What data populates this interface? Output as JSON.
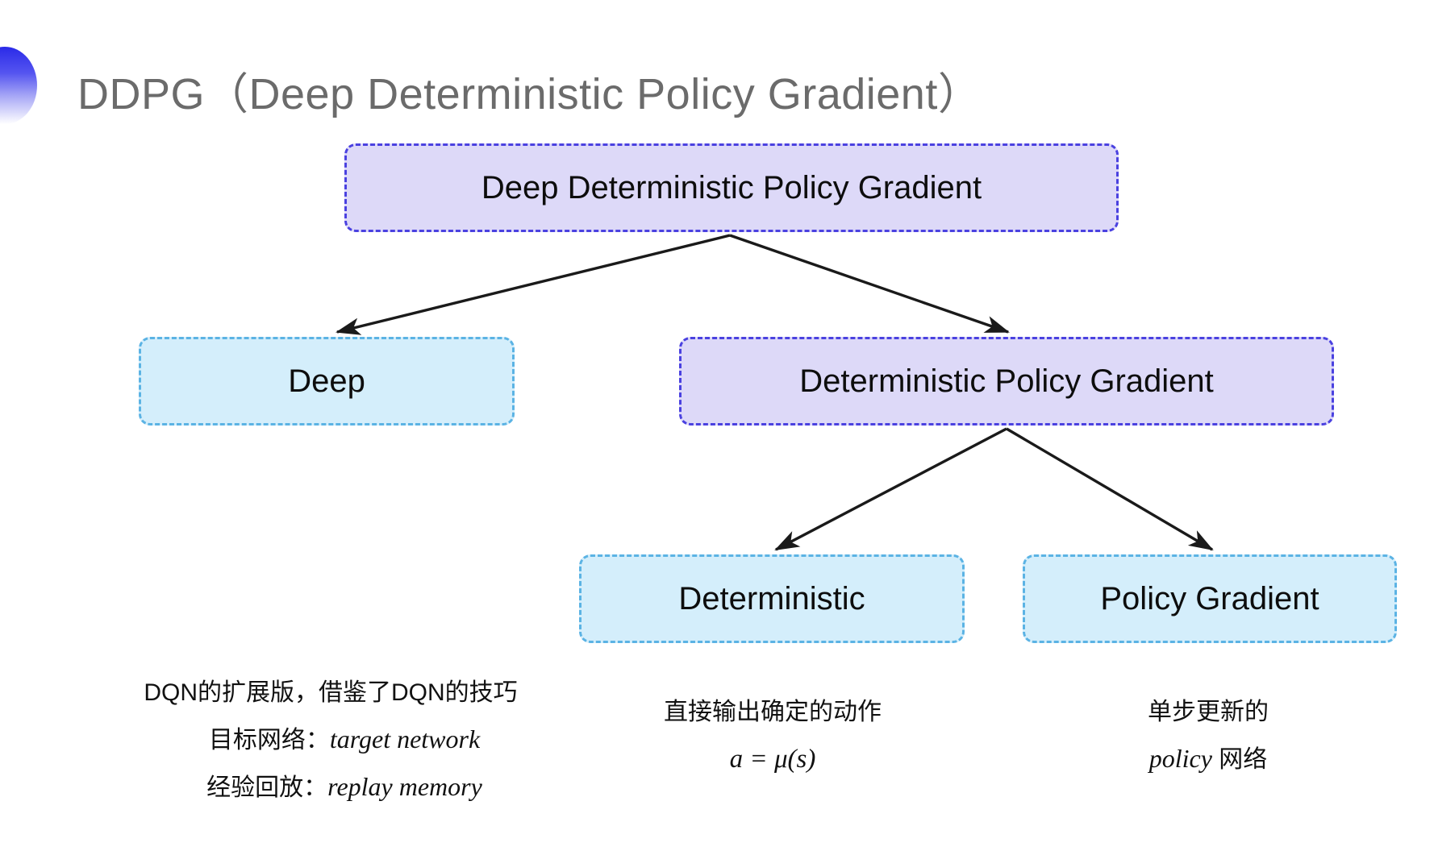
{
  "slide": {
    "title": "DDPG（Deep Deterministic Policy Gradient）",
    "background_color": "#ffffff",
    "title_color": "#6b6b6b",
    "marker_icon": "gradient-half-circle-bullet"
  },
  "palette": {
    "purple_fill": "#ddd9f8",
    "purple_border": "#4a41e0",
    "blue_fill": "#d4eefb",
    "blue_border": "#5bb3e4",
    "arrow_color": "#1a1a1a",
    "text_color": "#0d0d0d"
  },
  "diagram": {
    "type": "tree",
    "nodes": [
      {
        "id": "root",
        "label": "Deep Deterministic Policy Gradient",
        "style": "purple",
        "level": 0
      },
      {
        "id": "deep",
        "label": "Deep",
        "style": "blue",
        "level": 1
      },
      {
        "id": "dpg",
        "label": "Deterministic Policy Gradient",
        "style": "purple",
        "level": 1
      },
      {
        "id": "det",
        "label": "Deterministic",
        "style": "blue",
        "level": 2
      },
      {
        "id": "pg",
        "label": "Policy Gradient",
        "style": "blue",
        "level": 2
      }
    ],
    "edges": [
      {
        "from": "root",
        "to": "deep",
        "arrow": "down-left"
      },
      {
        "from": "root",
        "to": "dpg",
        "arrow": "down-right"
      },
      {
        "from": "dpg",
        "to": "det",
        "arrow": "down-left"
      },
      {
        "from": "dpg",
        "to": "pg",
        "arrow": "down-right"
      }
    ]
  },
  "captions": {
    "deep": {
      "line1": "DQN的扩展版，借鉴了DQN的技巧",
      "line2_label": "目标网络：",
      "line2_term": "target network",
      "line3_label": "经验回放：",
      "line3_term": "replay memory"
    },
    "deterministic": {
      "line1": "直接输出确定的动作",
      "line2_formula": "a = μ(s)"
    },
    "policy_gradient": {
      "line1": "单步更新的",
      "line2_term": "policy",
      "line2_suffix": " 网络"
    }
  }
}
